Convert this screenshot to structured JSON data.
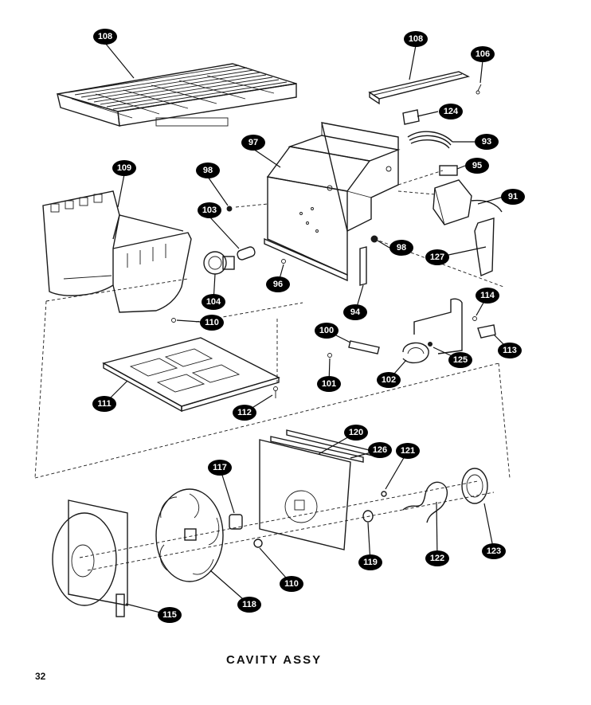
{
  "title": "CAVITY ASSY",
  "page_number": "32",
  "callouts": [
    {
      "key": "c108a",
      "label": "108"
    },
    {
      "key": "c108b",
      "label": "108"
    },
    {
      "key": "c106",
      "label": "106"
    },
    {
      "key": "c124",
      "label": "124"
    },
    {
      "key": "c93",
      "label": "93"
    },
    {
      "key": "c97",
      "label": "97"
    },
    {
      "key": "c98a",
      "label": "98"
    },
    {
      "key": "c95",
      "label": "95"
    },
    {
      "key": "c91",
      "label": "91"
    },
    {
      "key": "c109",
      "label": "109"
    },
    {
      "key": "c103",
      "label": "103"
    },
    {
      "key": "c98b",
      "label": "98"
    },
    {
      "key": "c127",
      "label": "127"
    },
    {
      "key": "c96",
      "label": "96"
    },
    {
      "key": "c104",
      "label": "104"
    },
    {
      "key": "c94",
      "label": "94"
    },
    {
      "key": "c114",
      "label": "114"
    },
    {
      "key": "c110a",
      "label": "110"
    },
    {
      "key": "c100",
      "label": "100"
    },
    {
      "key": "c125",
      "label": "125"
    },
    {
      "key": "c113",
      "label": "113"
    },
    {
      "key": "c101",
      "label": "101"
    },
    {
      "key": "c102",
      "label": "102"
    },
    {
      "key": "c111",
      "label": "111"
    },
    {
      "key": "c112",
      "label": "112"
    },
    {
      "key": "c120",
      "label": "120"
    },
    {
      "key": "c126",
      "label": "126"
    },
    {
      "key": "c121",
      "label": "121"
    },
    {
      "key": "c117",
      "label": "117"
    },
    {
      "key": "c119",
      "label": "119"
    },
    {
      "key": "c110b",
      "label": "110"
    },
    {
      "key": "c122",
      "label": "122"
    },
    {
      "key": "c123",
      "label": "123"
    },
    {
      "key": "c118",
      "label": "118"
    },
    {
      "key": "c115",
      "label": "115"
    }
  ]
}
